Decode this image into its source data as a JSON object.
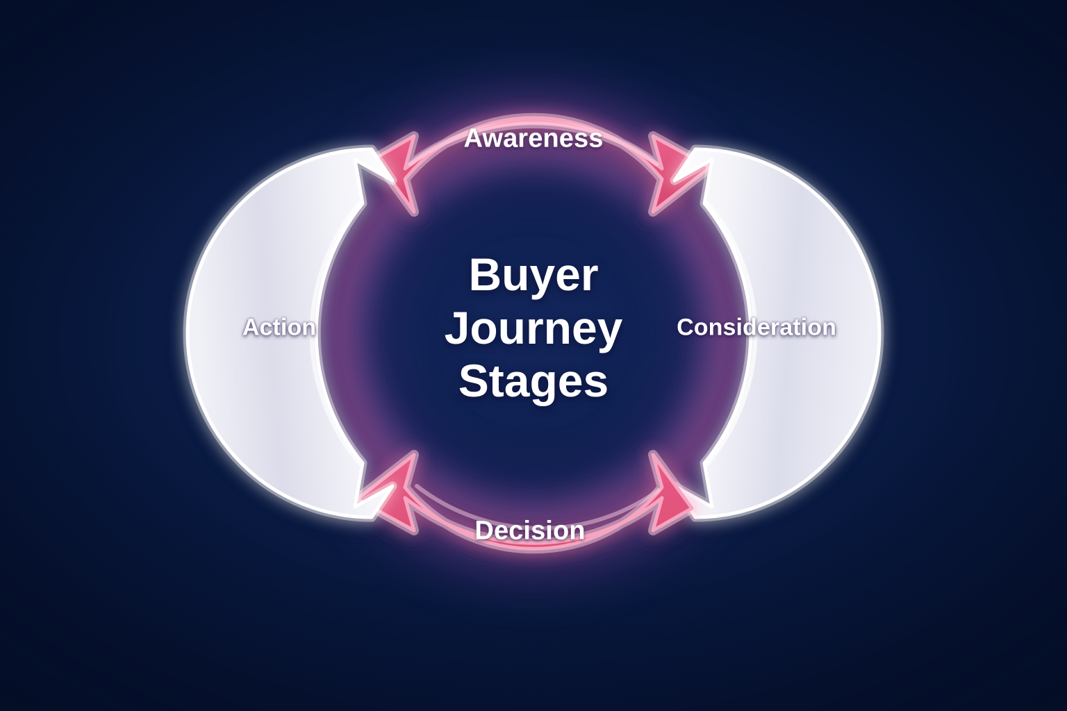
{
  "diagram": {
    "type": "cycle",
    "center_title_lines": [
      "Buyer",
      "Journey",
      "Stages"
    ],
    "center_title": "Buyer Journey Stages",
    "background_color": "#07193f",
    "accent_pink": "#e4567f",
    "accent_light": "#e8e9f2",
    "glow_color": "#c46ac8",
    "segments": [
      {
        "id": "awareness",
        "label": "Awareness",
        "position": "top",
        "fill": "#e4567f",
        "text_color": "#ffffff",
        "order": 1,
        "direction": "clockwise"
      },
      {
        "id": "consideration",
        "label": "Consideration",
        "position": "right",
        "fill": "#e8e9f2",
        "text_color": "#ffffff",
        "order": 2,
        "direction": "clockwise"
      },
      {
        "id": "decision",
        "label": "Decision",
        "position": "bottom",
        "fill": "#e4567f",
        "text_color": "#ffffff",
        "order": 3,
        "direction": "clockwise"
      },
      {
        "id": "action",
        "label": "Action",
        "position": "left",
        "fill": "#e8e9f2",
        "text_color": "#ffffff",
        "order": 4,
        "direction": "clockwise"
      }
    ]
  }
}
